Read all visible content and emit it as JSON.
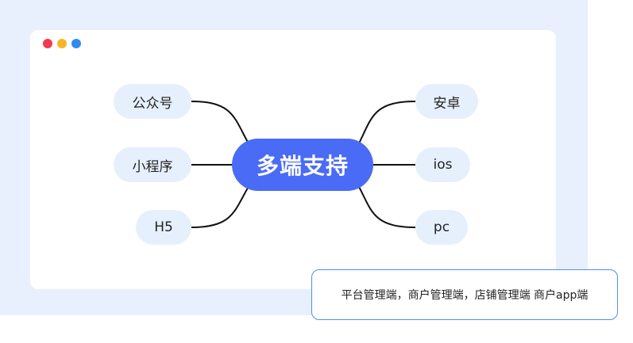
{
  "window_dots": {
    "colors": [
      "#f43a4d",
      "#f9b526",
      "#2f8bf0"
    ]
  },
  "mindmap": {
    "center": "多端支持",
    "left_nodes": [
      "公众号",
      "小程序",
      "H5"
    ],
    "right_nodes": [
      "安卓",
      "ios",
      "pc"
    ]
  },
  "callout": {
    "text": "平台管理端，商户管理端，店铺管理端 商户app端"
  },
  "colors": {
    "accent": "#4a6bf5",
    "node_bg": "#e6f0fd",
    "background": "#e8f0fd"
  }
}
